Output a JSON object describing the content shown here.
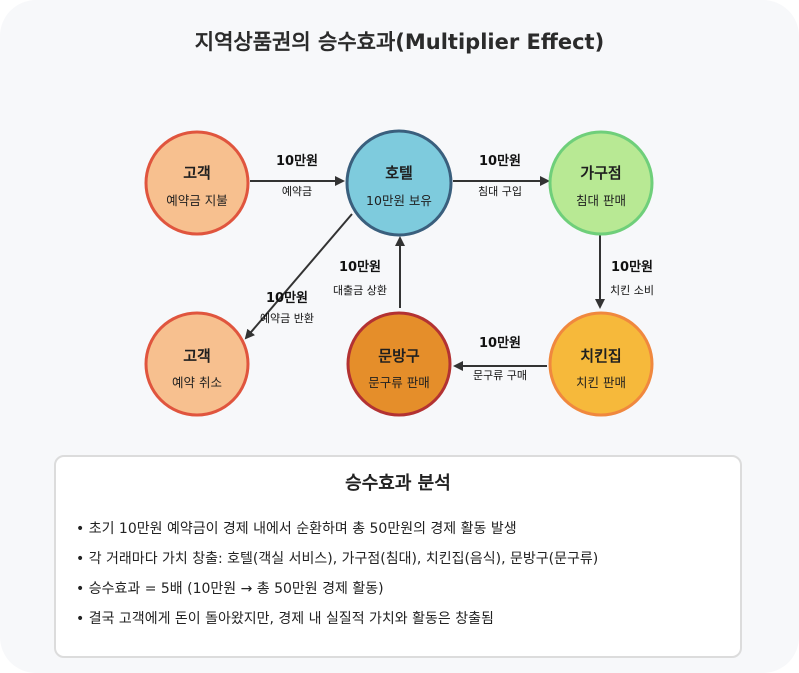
{
  "title": "지역상품권의 승수효과(Multiplier Effect)",
  "nodes": {
    "customer_start": {
      "title": "고객",
      "subtitle": "예약금 지불",
      "color": "#f7c08f",
      "border": "#e0553e"
    },
    "hotel": {
      "title": "호텔",
      "subtitle": "10만원 보유",
      "color": "#7ecbdd",
      "border": "#3a5f7d"
    },
    "furniture": {
      "title": "가구점",
      "subtitle": "침대 판매",
      "color": "#b8e994",
      "border": "#6fcf7a"
    },
    "chicken": {
      "title": "치킨집",
      "subtitle": "치킨 판매",
      "color": "#f6b93b",
      "border": "#f0883e"
    },
    "stationery": {
      "title": "문방구",
      "subtitle": "문구류 판매",
      "color": "#e58e2a",
      "border": "#b33232"
    },
    "customer_end": {
      "title": "고객",
      "subtitle": "예약 취소",
      "color": "#f7c08f",
      "border": "#e0553e"
    }
  },
  "edges": {
    "deposit": {
      "amount": "10만원",
      "desc": "예약금"
    },
    "bed": {
      "amount": "10만원",
      "desc": "침대 구입"
    },
    "chicken": {
      "amount": "10만원",
      "desc": "치킨 소비"
    },
    "stationery": {
      "amount": "10만원",
      "desc": "문구류 구매"
    },
    "loan": {
      "amount": "10만원",
      "desc": "대출금 상환"
    },
    "refund": {
      "amount": "10만원",
      "desc": "예약금 반환"
    }
  },
  "analysis": {
    "title": "승수효과 분석",
    "bullets": [
      "초기 10만원 예약금이 경제 내에서 순환하며 총 50만원의 경제 활동 발생",
      "각 거래마다 가치 창출: 호텔(객실 서비스), 가구점(침대), 치킨집(음식), 문방구(문구류)",
      "승수효과 = 5배 (10만원 → 총 50만원 경제 활동)",
      "결국 고객에게 돈이 돌아왔지만, 경제 내 실질적 가치와 활동은 창출됨"
    ]
  }
}
